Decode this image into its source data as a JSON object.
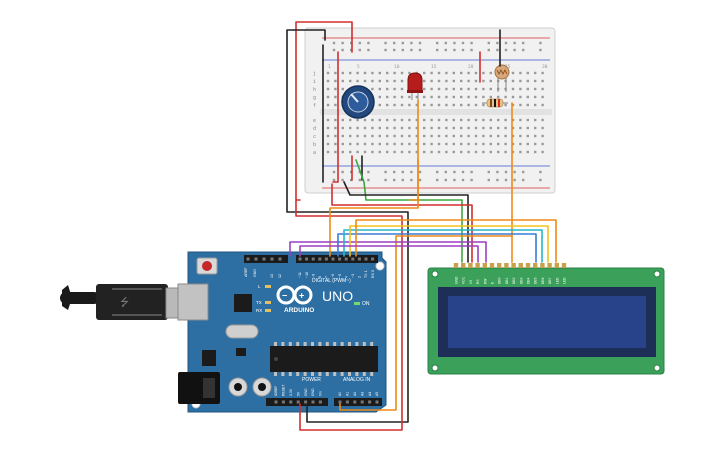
{
  "board": {
    "brand": "ARDUINO",
    "model": "UNO",
    "on_label": "ON",
    "digital_label": "DIGITAL (PWM~)",
    "power_label": "POWER",
    "analog_label": "ANALOG IN",
    "tx_label": "TX",
    "rx_label": "RX",
    "l_label": "L",
    "aref_label": "AREF",
    "gnd_label": "GND",
    "digital_pins": [
      "13",
      "12",
      "~11",
      "~10",
      "~9",
      "8",
      "7",
      "~6",
      "~5",
      "4",
      "~3",
      "2",
      "TX 1",
      "RX 0"
    ],
    "power_pins": [
      "IOREF",
      "RESET",
      "3.3V",
      "5V",
      "GND",
      "GND",
      "Vin"
    ],
    "analog_pins": [
      "A0",
      "A1",
      "A2",
      "A3",
      "A4",
      "A5"
    ]
  },
  "breadboard": {
    "row_letters_top": [
      "j",
      "i",
      "h",
      "g",
      "f"
    ],
    "row_letters_bottom": [
      "e",
      "d",
      "c",
      "b",
      "a"
    ],
    "col_numbers": [
      "1",
      "5",
      "10",
      "15",
      "20",
      "25",
      "30"
    ]
  },
  "lcd": {
    "pin_labels": [
      "GND",
      "VCC",
      "V0",
      "RS",
      "RW",
      "E",
      "DB0",
      "DB1",
      "DB2",
      "DB3",
      "DB4",
      "DB5",
      "DB6",
      "DB7",
      "LED",
      "LED"
    ]
  },
  "colors": {
    "board": "#2d6fa3",
    "lcd_pcb": "#3aa05a",
    "lcd_screen": "#29438a",
    "wire_red": "#d32f2f",
    "wire_black": "#222222",
    "wire_orange": "#ef8a17",
    "wire_yellow": "#f2c21b",
    "wire_green": "#3fa63f",
    "wire_blue": "#3a7bd5",
    "wire_purple": "#9b3fc2",
    "wire_cyan": "#25b7c9"
  }
}
